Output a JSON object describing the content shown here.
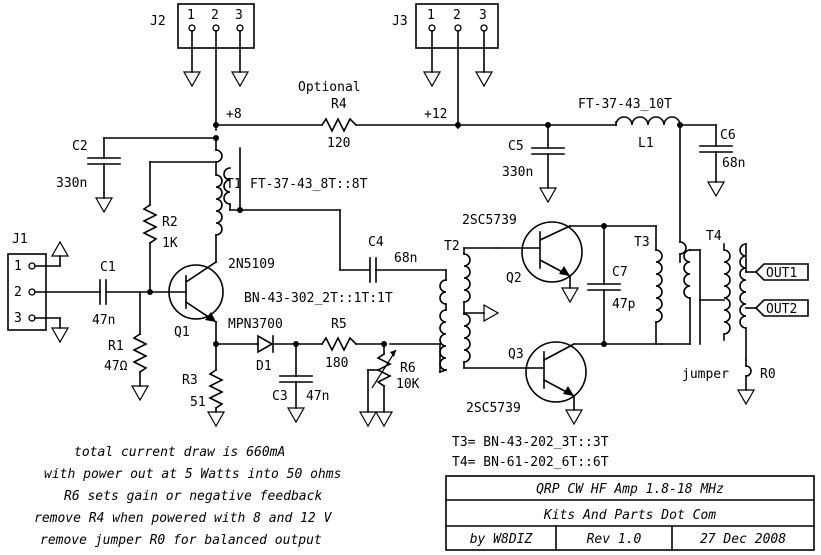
{
  "labels": {
    "j1": "J1",
    "j2": "J2",
    "j3": "J3",
    "j2_pins": [
      "1",
      "2",
      "3"
    ],
    "j3_pins": [
      "1",
      "2",
      "3"
    ],
    "j1_pins": [
      "1",
      "2",
      "3"
    ],
    "optional": "Optional",
    "r4": "R4",
    "r4_val": "120",
    "plus8": "+8",
    "plus12": "+12",
    "l1_core": "FT-37-43_10T",
    "l1": "L1",
    "c2": "C2",
    "c2_val": "330n",
    "c5": "C5",
    "c5_val": "330n",
    "c6": "C6",
    "c6_val": "68n",
    "t1": "T1",
    "t1_core": "FT-37-43_8T::8T",
    "r2": "R2",
    "r2_val": "1K",
    "q1_type": "2N5109",
    "q1": "Q1",
    "c1": "C1",
    "c1_val": "47n",
    "r1": "R1",
    "r1_val": "47Ω",
    "c4": "C4",
    "c4_val": "68n",
    "t2_core": "BN-43-302_2T::1T:1T",
    "t2": "T2",
    "q2_type": "2SC5739",
    "q2": "Q2",
    "q3_type": "2SC5739",
    "q3": "Q3",
    "c7": "C7",
    "c7_val": "47p",
    "t3": "T3",
    "t4": "T4",
    "out1": "OUT1",
    "out2": "OUT2",
    "mpn": "MPN3700",
    "d1": "D1",
    "r5": "R5",
    "r5_val": "180",
    "r6": "R6",
    "r6_val": "10K",
    "r3": "R3",
    "r3_val": "51",
    "c3": "C3",
    "c3_val": "47n",
    "jumper": "jumper",
    "r0": "R0",
    "t3_spec": "T3= BN-43-202_3T::3T",
    "t4_spec": "T4= BN-61-202_6T::6T"
  },
  "notes": [
    "total current draw is 660mA",
    "with power out at 5 Watts into 50 ohms",
    "R6 sets gain or negative feedback",
    "remove R4 when powered with 8 and 12 V",
    "remove jumper R0 for balanced output"
  ],
  "title_block": {
    "title": "QRP CW HF Amp 1.8-18 MHz",
    "company": "Kits And Parts Dot Com",
    "author": "by W8DIZ",
    "rev": "Rev 1.0",
    "date": "27 Dec 2008"
  }
}
